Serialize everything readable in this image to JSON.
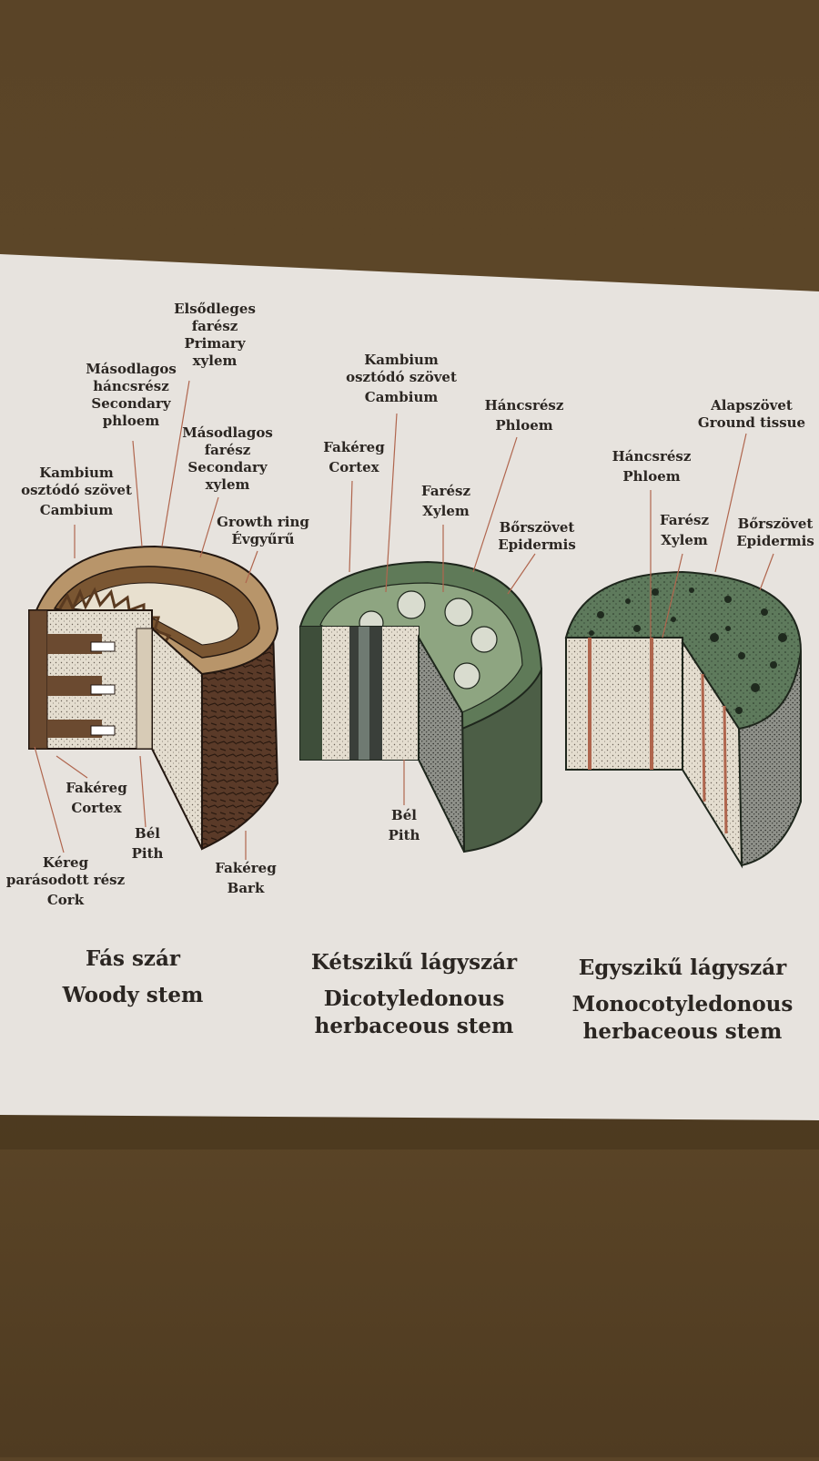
{
  "woody": {
    "primary_xylem": [
      "Elsődleges",
      "farész",
      "Primary",
      "xylem"
    ],
    "secondary_phloem": [
      "Másodlagos",
      "háncsrész",
      "Secondary",
      "phloem"
    ],
    "secondary_xylem": [
      "Másodlagos",
      "farész",
      "Secondary",
      "xylem"
    ],
    "cambium": [
      "Kambium",
      "osztódó szövet",
      "Cambium"
    ],
    "growth_ring": [
      "Growth ring",
      "Évgyűrű"
    ],
    "cortex": [
      "Fakéreg",
      "Cortex"
    ],
    "pith": [
      "Bél",
      "Pith"
    ],
    "cork": [
      "Kéreg",
      "parásodott rész",
      "Cork"
    ],
    "bark": [
      "Fakéreg",
      "Bark"
    ],
    "caption": [
      "Fás szár",
      "Woody stem"
    ]
  },
  "dicot": {
    "cambium": [
      "Kambium",
      "osztódó szövet",
      "Cambium"
    ],
    "phloem": [
      "Háncsrész",
      "Phloem"
    ],
    "cortex": [
      "Fakéreg",
      "Cortex"
    ],
    "xylem": [
      "Farész",
      "Xylem"
    ],
    "epidermis": [
      "Bőrszövet",
      "Epidermis"
    ],
    "pith": [
      "Bél",
      "Pith"
    ],
    "caption": [
      "Kétszikű lágyszár",
      "Dicotyledonous",
      "herbaceous stem"
    ]
  },
  "monocot": {
    "ground_tissue": [
      "Alapszövet",
      "Ground tissue"
    ],
    "phloem": [
      "Háncsrész",
      "Phloem"
    ],
    "xylem": [
      "Farész",
      "Xylem"
    ],
    "epidermis": [
      "Bőrszövet",
      "Epidermis"
    ],
    "caption": [
      "Egyszikű lágyszár",
      "Monocotyledonous",
      "herbaceous stem"
    ]
  },
  "colors": {
    "wall": "#5a4427",
    "board": "#e6e2dd",
    "dicot_green": "#5f7a58",
    "monocot_green": "#5e7a5c",
    "bark_brown": "#5a3a28",
    "ring_tan": "#b8956a",
    "line_red": "#b0664e"
  }
}
